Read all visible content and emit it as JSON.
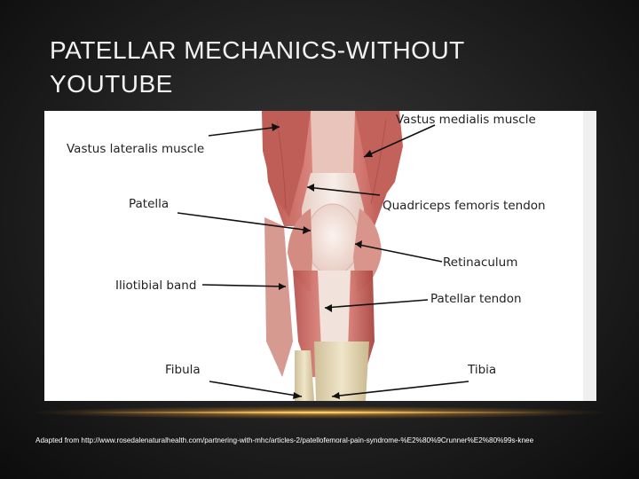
{
  "slide": {
    "title": "PATELLAR MECHANICS-WITHOUT YOUTUBE",
    "caption": "Adapted from http://www.rosedalenaturalhealth.com/partnering-with-mhc/articles-2/patellofemoral-pain-syndrome-%E2%80%9Crunner%E2%80%99s-knee"
  },
  "diagram": {
    "labels": {
      "vastus_lateralis": "Vastus lateralis muscle",
      "vastus_medialis": "Vastus medialis muscle",
      "patella": "Patella",
      "quadriceps_tendon": "Quadriceps femoris tendon",
      "retinaculum": "Retinaculum",
      "iliotibial_band": "Iliotibial band",
      "patellar_tendon": "Patellar tendon",
      "fibula": "Fibula",
      "tibia": "Tibia"
    }
  },
  "colors": {
    "background": "#1e1e1e",
    "title_text": "#f2f2f2",
    "muscle": "#c96a63",
    "tendon": "#f0e4dc",
    "bone": "#e3d6b4",
    "accent_glow": "#ffc450"
  }
}
